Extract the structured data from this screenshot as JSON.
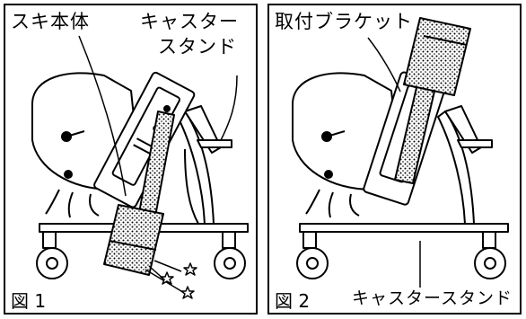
{
  "figures": [
    {
      "id": "fig1",
      "number_label": "図 1",
      "labels": {
        "ski_body": "スキ本体",
        "caster_stand_line1": "キャスター",
        "caster_stand_line2": "スタンド"
      }
    },
    {
      "id": "fig2",
      "number_label": "図 2",
      "labels": {
        "bracket": "取付ブラケット",
        "caster_stand": "キャスタースタンド"
      }
    }
  ],
  "colors": {
    "ink": "#000000",
    "paper": "#ffffff",
    "hatch": "#000000"
  },
  "icons": [
    "star-icon",
    "wheel-icon"
  ]
}
